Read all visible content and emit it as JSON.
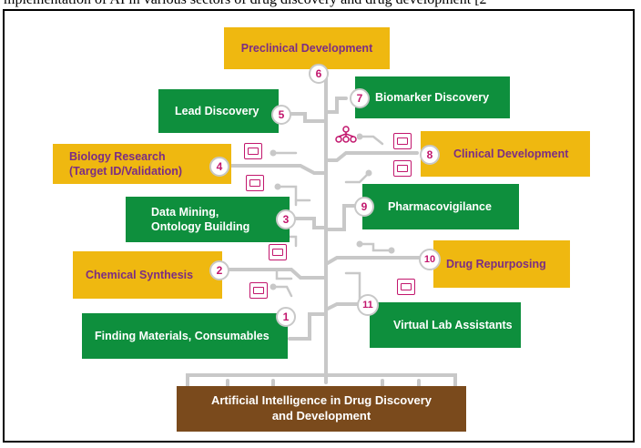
{
  "caption_fragment": "mplementation of AI in various sectors of drug discovery and drug development [2",
  "root": {
    "label": "Artificial Intelligence in Drug Discovery and Development",
    "color": "#7a4a1c"
  },
  "colors": {
    "gold": "#efb810",
    "green": "#0e8f3d",
    "badge_number": "#c2166d",
    "branch": "#c8c8c8"
  },
  "stages": [
    {
      "number": "1",
      "label": "Finding Materials, Consumables",
      "color": "green",
      "icon": "map-pin-icon"
    },
    {
      "number": "2",
      "label": "Chemical Synthesis",
      "color": "gold",
      "icon": "monitor-icon"
    },
    {
      "number": "3",
      "label": "Data Mining, Ontology Building",
      "color": "green",
      "icon": "map-pin-icon"
    },
    {
      "number": "4",
      "label": "Biology Research (Target ID/Validation)",
      "color": "gold",
      "icon": "flowchart-icon"
    },
    {
      "number": "5",
      "label": "Lead Discovery",
      "color": "green",
      "icon": ""
    },
    {
      "number": "6",
      "label": "Preclinical Development",
      "color": "gold",
      "icon": ""
    },
    {
      "number": "7",
      "label": "Biomarker Discovery",
      "color": "green",
      "icon": "network-icon"
    },
    {
      "number": "8",
      "label": "Clinical Development",
      "color": "gold",
      "icon": "trophy-screen-icon"
    },
    {
      "number": "9",
      "label": "Pharmacovigilance",
      "color": "green",
      "icon": "image-screen-icon"
    },
    {
      "number": "10",
      "label": "Drug Repurposing",
      "color": "gold",
      "icon": ""
    },
    {
      "number": "11",
      "label": "Virtual Lab Assistants",
      "color": "green",
      "icon": "image-screen-icon"
    }
  ]
}
